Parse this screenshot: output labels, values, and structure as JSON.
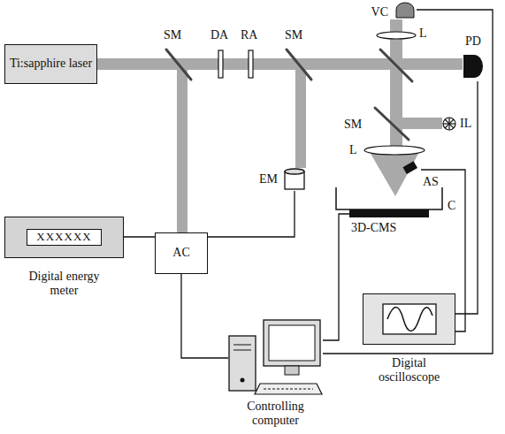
{
  "diagram": {
    "nodes": [
      {
        "text": [
          "Ti:sapphire laser"
        ]
      },
      {
        "text": [
          "AC"
        ]
      },
      {
        "text": [
          "EM"
        ]
      },
      {
        "text": [
          "XXXXXX",
          "Digital energy meter"
        ]
      },
      {
        "text": [
          "VC"
        ]
      },
      {
        "text": [
          "PD"
        ]
      },
      {
        "text": [
          "AS"
        ]
      },
      {
        "text": [
          "3D-CMS"
        ]
      },
      {
        "text": [
          "Digital oscilloscope"
        ]
      },
      {
        "text": [
          "Controlling computer"
        ]
      }
    ],
    "edges": [
      {
        "from": 2,
        "to": 3,
        "arrow": "none"
      },
      {
        "from": 1,
        "to": 9,
        "arrow": "none"
      },
      {
        "from": 7,
        "to": 9,
        "arrow": "none"
      },
      {
        "from": 5,
        "to": 8,
        "arrow": "none"
      },
      {
        "from": 6,
        "to": 8,
        "arrow": "none"
      },
      {
        "from": 4,
        "to": 9,
        "arrow": "none"
      }
    ],
    "labels": [
      "SM",
      "DA",
      "RA",
      "SM",
      "L",
      "SM",
      "IL",
      "L",
      "C"
    ]
  }
}
